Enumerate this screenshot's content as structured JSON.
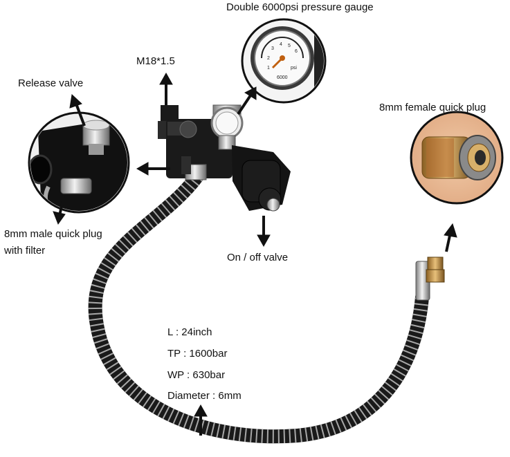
{
  "labels": {
    "gauge": "Double 6000psi pressure gauge",
    "thread": "M18*1.5",
    "release_valve": "Release valve",
    "female_plug": "8mm female quick plug",
    "male_plug": "8mm male quick plug with filter",
    "onoff_valve": "On / off valve"
  },
  "specs": {
    "length": "L : 24inch",
    "tp": "TP : 1600bar",
    "wp": "WP : 630bar",
    "diameter": "Diameter : 6mm"
  },
  "gauge_face": {
    "scale_numbers": [
      "1",
      "2",
      "3",
      "4",
      "5",
      "6"
    ],
    "unit_text": "psi",
    "bottom_text": "6000"
  },
  "colors": {
    "metal_dark": "#1a1a1a",
    "chrome": "#c8c8c8",
    "brass": "#c79a4a",
    "hose_spring": "#9a9a9a"
  }
}
